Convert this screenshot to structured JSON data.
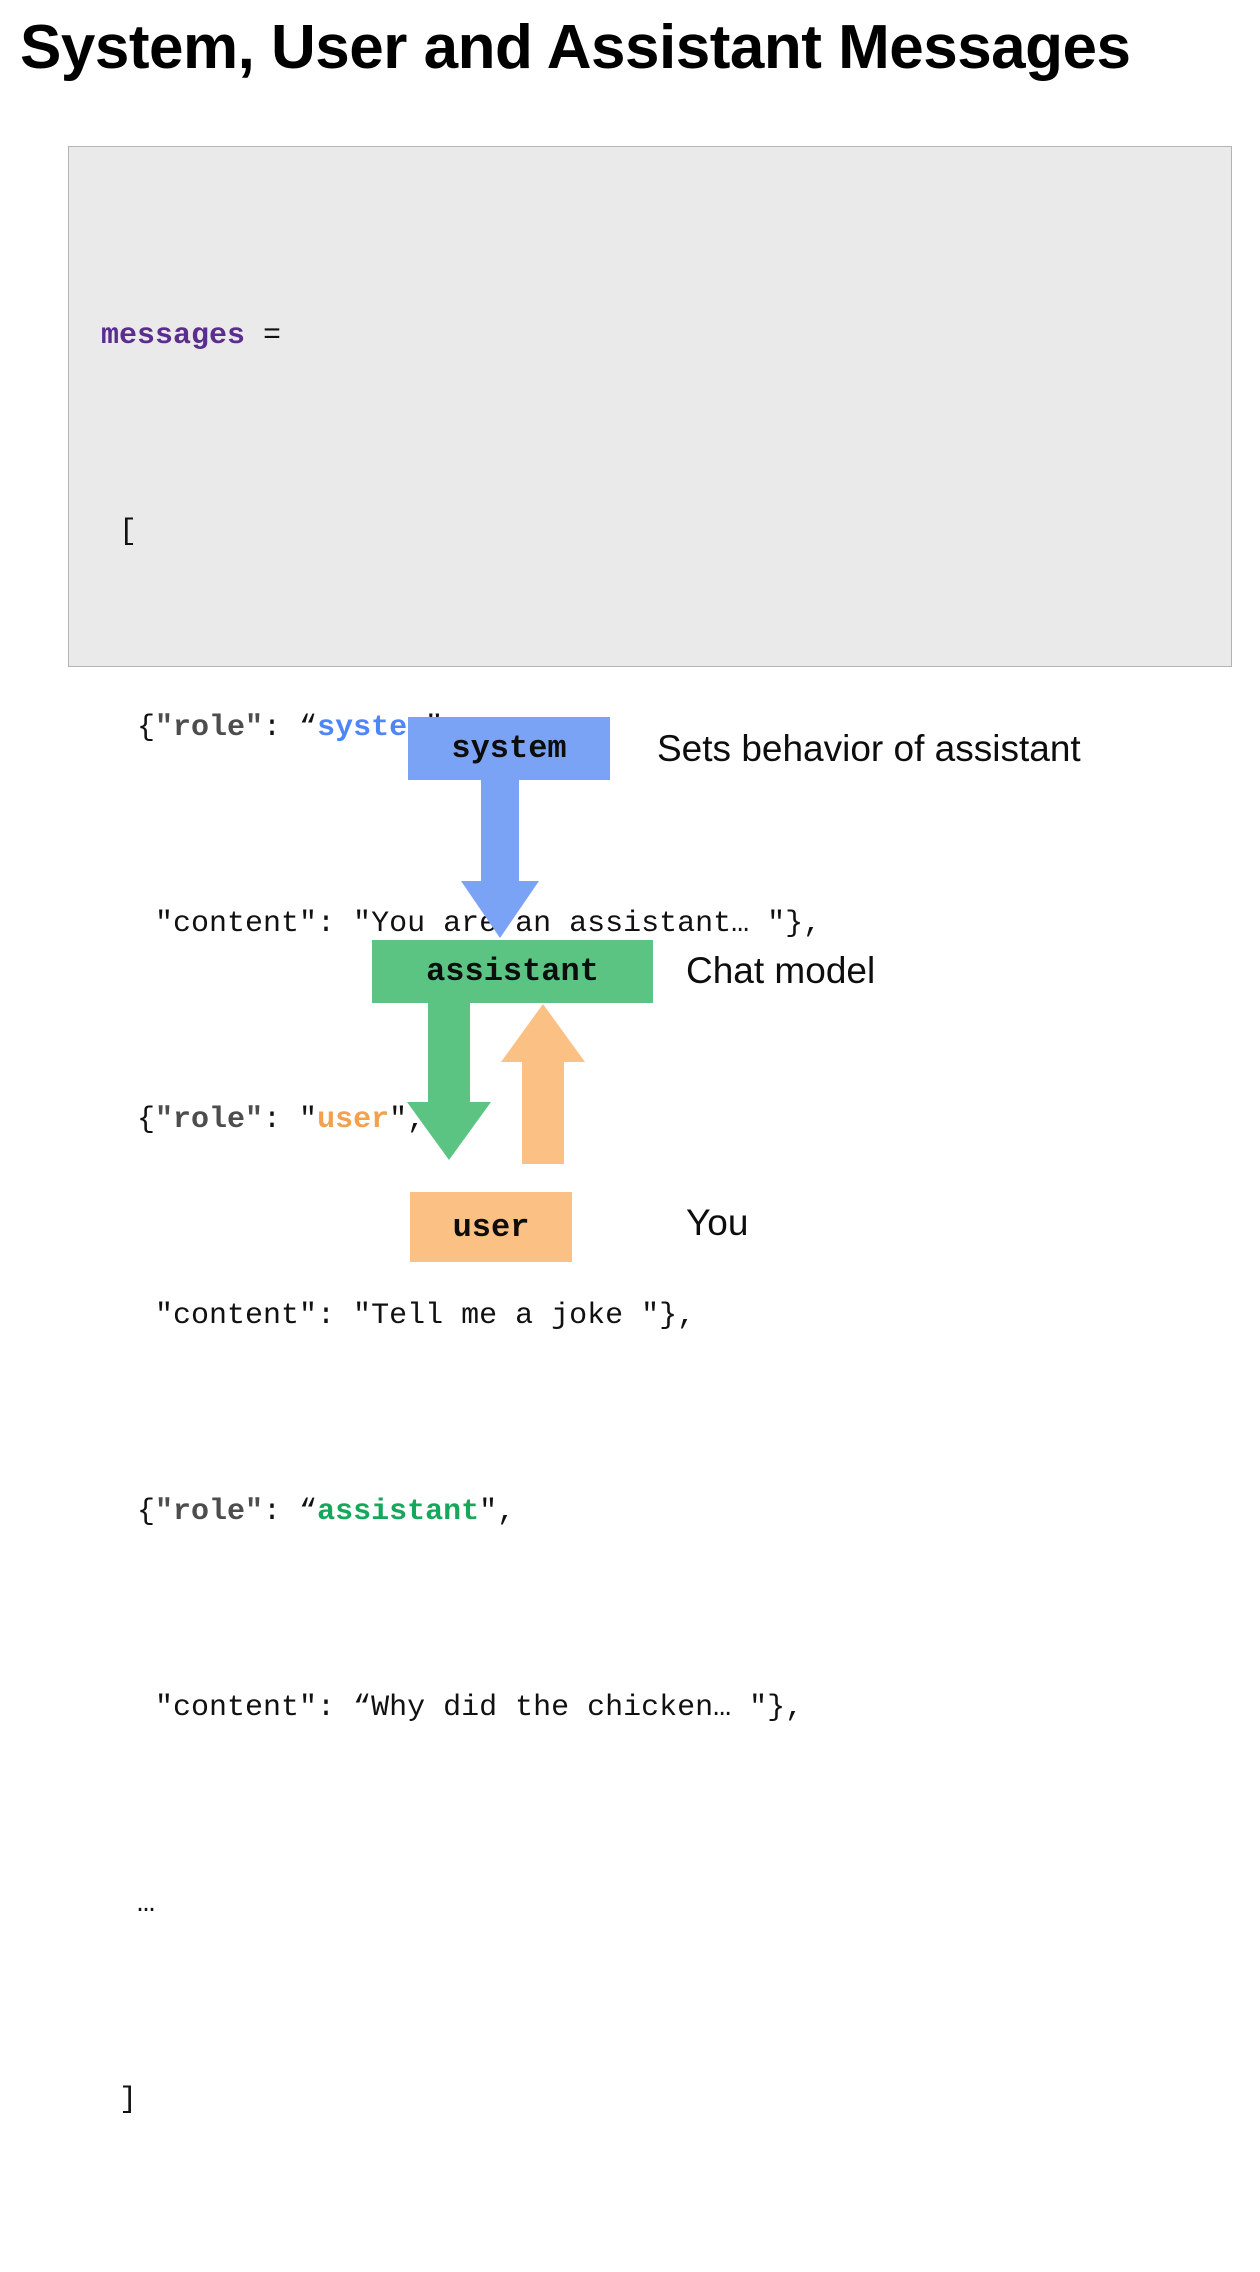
{
  "title": "System, User and Assistant Messages",
  "code_block": {
    "language": "python",
    "variable_name": "messages",
    "assign_operator": "=",
    "open_bracket": "[",
    "close_bracket": "]",
    "ellipsis": "…",
    "lines": [
      {
        "id": "line-assign",
        "indent": 0
      },
      {
        "id": "line-open-bracket",
        "indent": 1
      },
      {
        "id": "line-role-system",
        "indent": 2
      },
      {
        "id": "line-content-system",
        "indent": 3
      },
      {
        "id": "line-role-user",
        "indent": 2
      },
      {
        "id": "line-content-user",
        "indent": 3
      },
      {
        "id": "line-role-assistant",
        "indent": 2
      },
      {
        "id": "line-content-assistant",
        "indent": 3
      },
      {
        "id": "line-ellipsis",
        "indent": 2
      },
      {
        "id": "line-close-bracket",
        "indent": 1
      }
    ],
    "entries": [
      {
        "role_key": "\"role\"",
        "role_value": "system",
        "content_key": "\"content\"",
        "content_value": "You are an assistant… ",
        "color": "#4f86f7"
      },
      {
        "role_key": "\"role\"",
        "role_value": "user",
        "content_key": "\"content\"",
        "content_value": "Tell me a joke ",
        "color": "#f2a14e"
      },
      {
        "role_key": "\"role\"",
        "role_value": "assistant",
        "content_key": "\"content\"",
        "content_value": "Why did the chicken… ",
        "color": "#16a75c"
      }
    ],
    "raw_text": [
      "messages =",
      " [",
      "  {\"role\": \"system\",",
      "   \"content\": \"You are an assistant… \"},",
      "  {\"role\": \"user\",",
      "   \"content\": \"Tell me a joke \"},",
      "  {\"role\": \"assistant\",",
      "   \"content\": \"Why did the chicken… \"},",
      "  …",
      " ]"
    ],
    "colors": {
      "background": "#eaeaea",
      "border": "#b4b4b4",
      "variable": "#5b2d8e",
      "key": "#4d4d4d",
      "plain": "#111111"
    }
  },
  "diagram": {
    "nodes": [
      {
        "id": "system",
        "label": "system",
        "description": "Sets behavior of assistant",
        "color": "#7ba3f5"
      },
      {
        "id": "assistant",
        "label": "assistant",
        "description": "Chat model",
        "color": "#5cc483"
      },
      {
        "id": "user",
        "label": "user",
        "description": "You",
        "color": "#fbc184"
      }
    ],
    "arrows": [
      {
        "id": "system-to-assistant",
        "from": "system",
        "to": "assistant",
        "direction": "down",
        "color": "#7ba3f5"
      },
      {
        "id": "assistant-to-user",
        "from": "assistant",
        "to": "user",
        "direction": "down",
        "color": "#5cc483"
      },
      {
        "id": "user-to-assistant",
        "from": "user",
        "to": "assistant",
        "direction": "up",
        "color": "#fbc184"
      }
    ]
  }
}
